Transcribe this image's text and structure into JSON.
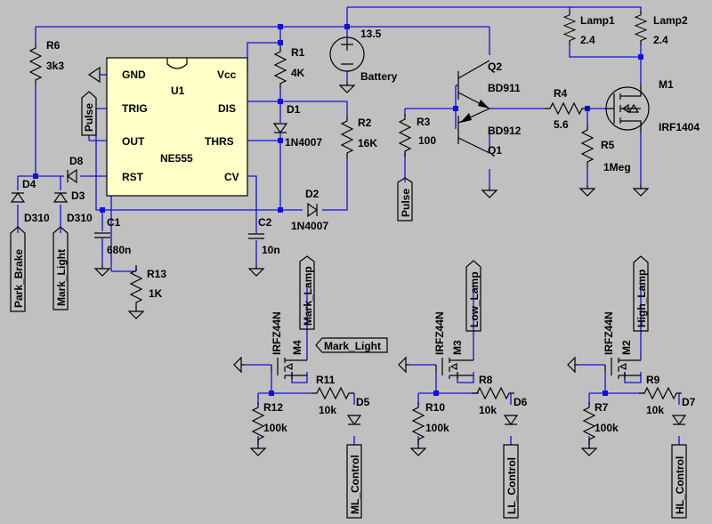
{
  "colors": {
    "background": "#c0c0c0",
    "wire": "#1010e0",
    "ic_fill": "#ffffc8",
    "symbol": "#000000"
  },
  "ic": {
    "ref": "U1",
    "part": "NE555",
    "pins": {
      "gnd": "GND",
      "vcc": "Vcc",
      "trig": "TRIG",
      "dis": "DIS",
      "out": "OUT",
      "thrs": "THRS",
      "rst": "RST",
      "cv": "CV"
    }
  },
  "components": {
    "R6": {
      "ref": "R6",
      "value": "3k3"
    },
    "R1": {
      "ref": "R1",
      "value": "4K"
    },
    "R2": {
      "ref": "R2",
      "value": "16K"
    },
    "D1": {
      "ref": "D1",
      "value": "1N4007"
    },
    "D2": {
      "ref": "D2",
      "value": "1N4007"
    },
    "C1": {
      "ref": "C1",
      "value": "680n"
    },
    "C2": {
      "ref": "C2",
      "value": "10n"
    },
    "R13": {
      "ref": "R13",
      "value": "1K"
    },
    "D8": {
      "ref": "D8"
    },
    "D4": {
      "ref": "D4",
      "value": "D310"
    },
    "D3": {
      "ref": "D3",
      "value": "D310"
    },
    "battery": {
      "value": "13.5",
      "ref": "Battery"
    },
    "Q2": {
      "ref": "Q2",
      "value": "BD911"
    },
    "Q1": {
      "ref": "Q1",
      "value": "BD912"
    },
    "R3": {
      "ref": "R3",
      "value": "100"
    },
    "R4": {
      "ref": "R4",
      "value": "5.6"
    },
    "R5": {
      "ref": "R5",
      "value": "1Meg"
    },
    "M1": {
      "ref": "M1",
      "value": "IRF1404"
    },
    "Lamp1": {
      "ref": "Lamp1",
      "value": "2.4"
    },
    "Lamp2": {
      "ref": "Lamp2",
      "value": "2.4"
    },
    "M4": {
      "ref": "M4",
      "value": "IRFZ44N"
    },
    "M3": {
      "ref": "M3",
      "value": "IRFZ44N"
    },
    "M2": {
      "ref": "M2",
      "value": "IRFZ44N"
    },
    "R11": {
      "ref": "R11",
      "value": "10k"
    },
    "R12": {
      "ref": "R12",
      "value": "100k"
    },
    "D5": {
      "ref": "D5"
    },
    "R8": {
      "ref": "R8",
      "value": "10k"
    },
    "R10": {
      "ref": "R10",
      "value": "100k"
    },
    "D6": {
      "ref": "D6"
    },
    "R9": {
      "ref": "R9",
      "value": "10k"
    },
    "R7": {
      "ref": "R7",
      "value": "100k"
    },
    "D7": {
      "ref": "D7"
    }
  },
  "net_labels": {
    "pulse_left": "Pulse",
    "pulse_bottom": "Pulse",
    "park_brake": "Park_Brake",
    "mark_light_left": "Mark_Light",
    "mark_lamp": "Mark_Lamp",
    "mark_light_mid": "Mark_Light",
    "low_lamp": "Low_Lamp",
    "high_lamp": "High_Lamp",
    "ml_control": "ML_Control",
    "ll_control": "LL_Control",
    "hl_control": "HL_Control"
  }
}
